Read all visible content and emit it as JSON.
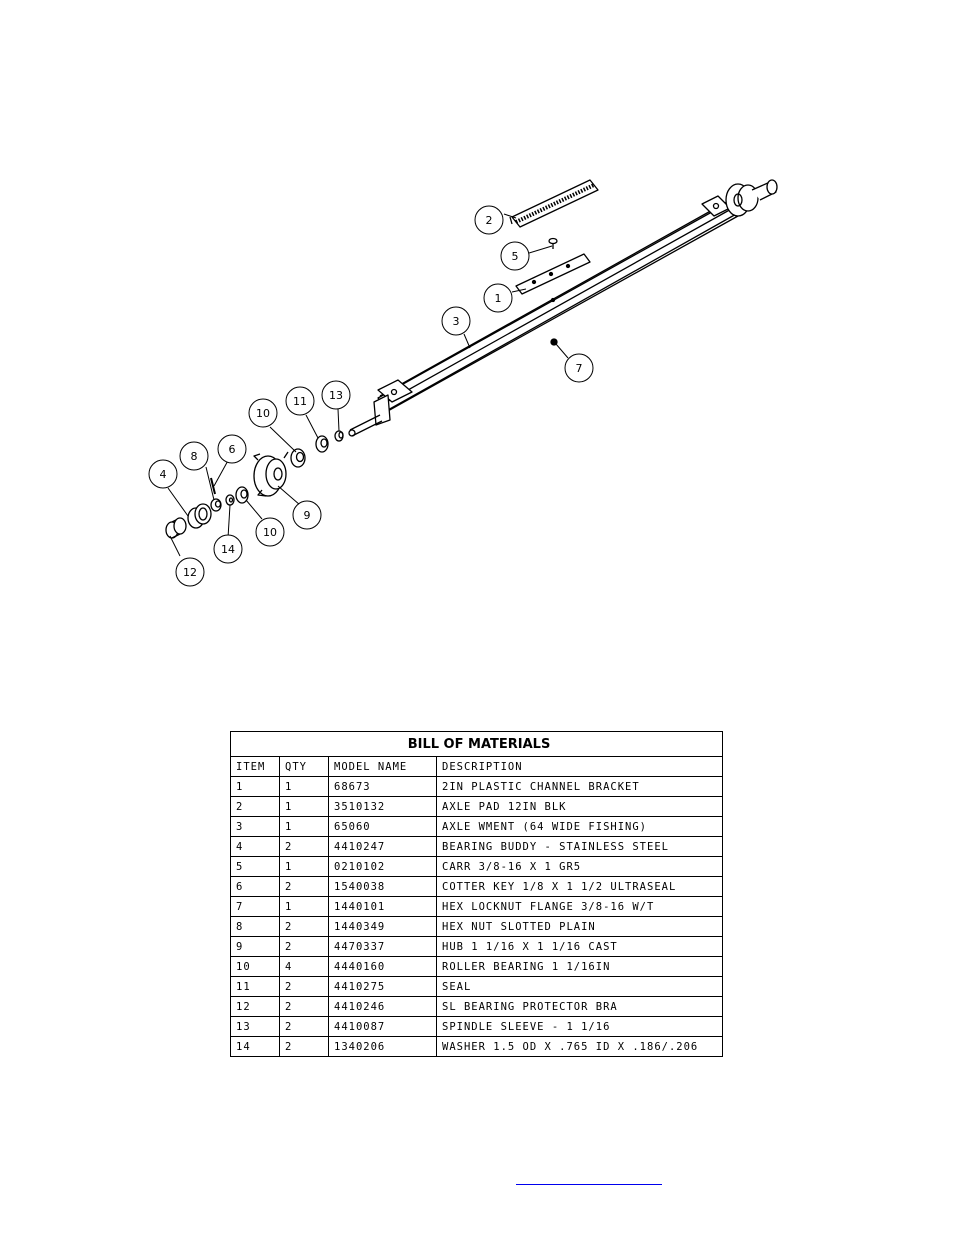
{
  "diagram": {
    "balloons": [
      "1",
      "2",
      "3",
      "4",
      "5",
      "6",
      "7",
      "8",
      "9",
      "10",
      "10",
      "11",
      "12",
      "13",
      "14"
    ]
  },
  "bom": {
    "title": "BILL OF MATERIALS",
    "headers": [
      "ITEM",
      "QTY",
      "MODEL NAME",
      "DESCRIPTION"
    ],
    "rows": [
      [
        "1",
        "1",
        "68673",
        "2IN PLASTIC CHANNEL BRACKET"
      ],
      [
        "2",
        "1",
        "3510132",
        "AXLE PAD 12IN  BLK"
      ],
      [
        "3",
        "1",
        "65060",
        "AXLE WMENT (64 WIDE FISHING)"
      ],
      [
        "4",
        "2",
        "4410247",
        "BEARING BUDDY - STAINLESS STEEL"
      ],
      [
        "5",
        "1",
        "0210102",
        "CARR 3/8-16 X 1 GR5"
      ],
      [
        "6",
        "2",
        "1540038",
        "COTTER KEY 1/8 X 1 1/2 ULTRASEAL"
      ],
      [
        "7",
        "1",
        "1440101",
        "HEX LOCKNUT FLANGE 3/8-16 W/T"
      ],
      [
        "8",
        "2",
        "1440349",
        "HEX NUT SLOTTED PLAIN"
      ],
      [
        "9",
        "2",
        "4470337",
        "HUB   1 1/16 X 1 1/16 CAST"
      ],
      [
        "10",
        "4",
        "4440160",
        "ROLLER BEARING   1 1/16IN"
      ],
      [
        "11",
        "2",
        "4410275",
        "SEAL"
      ],
      [
        "12",
        "2",
        "4410246",
        "SL BEARING PROTECTOR BRA"
      ],
      [
        "13",
        "2",
        "4410087",
        "SPINDLE SLEEVE - 1 1/16"
      ],
      [
        "14",
        "2",
        "1340206",
        "WASHER 1.5 OD X .765 ID X .186/.206"
      ]
    ]
  },
  "footer": {
    "link_text": ""
  }
}
